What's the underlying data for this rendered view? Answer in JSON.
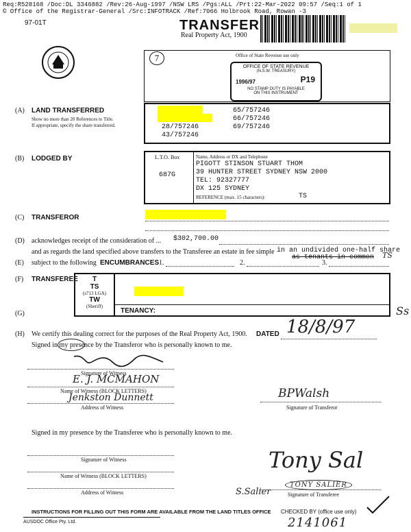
{
  "header": {
    "line1": "Req:R528168 /Doc:DL 3346882 /Rev:26-Aug-1997 /NSW LRS /Pgs:ALL /Prt:22-Mar-2022 09:57 /Seq:1 of 1",
    "line2": "© Office of the Registrar-General /Src:INFOTRACK /Ref:7066 Holbrook Road, Rowan -3"
  },
  "form": {
    "code": "97-01T",
    "title": "TRANSFER",
    "act": "Real Property Act, 1900",
    "circled_number": "7",
    "revenue_caption": "Office of State Revenue use only",
    "stamp": {
      "line1": "OFFICE OF STATE REVENUE",
      "line2": "(N.S.W. TREASURY)",
      "year": "1996/97",
      "code": "P19",
      "line3": "NO STAMP DUTY IS PAYABLE",
      "line4": "ON THIS INSTRUMENT"
    }
  },
  "sectionA": {
    "letter": "(A)",
    "title": "LAND TRANSFERRED",
    "note1": "Show no more than 20 References to Title.",
    "note2": "If appropriate, specify the share transferred.",
    "refs": [
      "65/757246",
      "66/757246",
      "28/757246",
      "69/757246",
      "43/757246"
    ]
  },
  "sectionB": {
    "letter": "(B)",
    "title": "LODGED BY",
    "box_label": "L.T.O. Box",
    "box_value": "687G",
    "details_label": "Name, Address or DX and Telephone",
    "lines": [
      "PIGOTT STINSON STUART THOM",
      "39 HUNTER STREET SYDNEY NSW 2000",
      "TEL: 92327777",
      "DX 125 SYDNEY"
    ],
    "reference_label": "REFERENCE (max. 15 characters):",
    "reference_value": "TS"
  },
  "sectionC": {
    "letter": "(C)",
    "title": "TRANSFEROR"
  },
  "sectionD": {
    "letter": "(D)",
    "text_start": "acknowledges receipt of the consideration of ...",
    "amount": "$302,700.00",
    "line2": "and as regards the land specified above transfers to the Transferee an estate in fee simple",
    "share": "in an undivided one-half share",
    "struck": "as tenants in common",
    "initials": "TS"
  },
  "sectionE": {
    "letter": "(E)",
    "text": "subject to the following",
    "title": "ENCUMBRANCES",
    "n1": "1.",
    "n2": "2.",
    "n3": "3."
  },
  "sectionF": {
    "letter": "(F)",
    "title": "TRANSFEREE",
    "t": "T",
    "ts": "TS",
    "ts_sub": "(s713 LGA)",
    "tw": "TW",
    "tw_sub": "(Sheriff)"
  },
  "sectionG": {
    "letter": "(G)",
    "tenancy": "TENANCY:",
    "margin_mark": "Ss"
  },
  "sectionH": {
    "letter": "(H)",
    "certify": "We certify this dealing correct for the purposes of the Real Property Act, 1900.",
    "dated_label": "DATED",
    "dated_value": "18/8/97",
    "signed_transferor": "Signed in my presence by the Transferor who is personally known to me.",
    "witness_name": "E. J. MCMAHON",
    "witness_address": "Jenkston Dunnett",
    "transferor_sig": "BPWalsh",
    "sig_witness_label": "Signature of Witness",
    "name_witness_label": "Name of Witness (BLOCK LETTERS)",
    "address_witness_label": "Address of Witness",
    "sig_transferor_label": "Signature of Transferor",
    "signed_transferee": "Signed in my presence by the Transferee who is personally known to me.",
    "transferee_sig": "Tony Sal",
    "transferee_name": "TONY SALIER",
    "transferee_extra": "S.Salier",
    "sig_transferee_label": "Signature of Transferee"
  },
  "footer": {
    "instructions": "INSTRUCTIONS FOR FILLING OUT THIS FORM ARE AVAILABLE FROM THE LAND TITLES OFFICE",
    "checked": "CHECKED BY (office use only)",
    "publisher": "AUSDOC Office Pty. Ltd.",
    "handwritten_no": "2141061"
  }
}
